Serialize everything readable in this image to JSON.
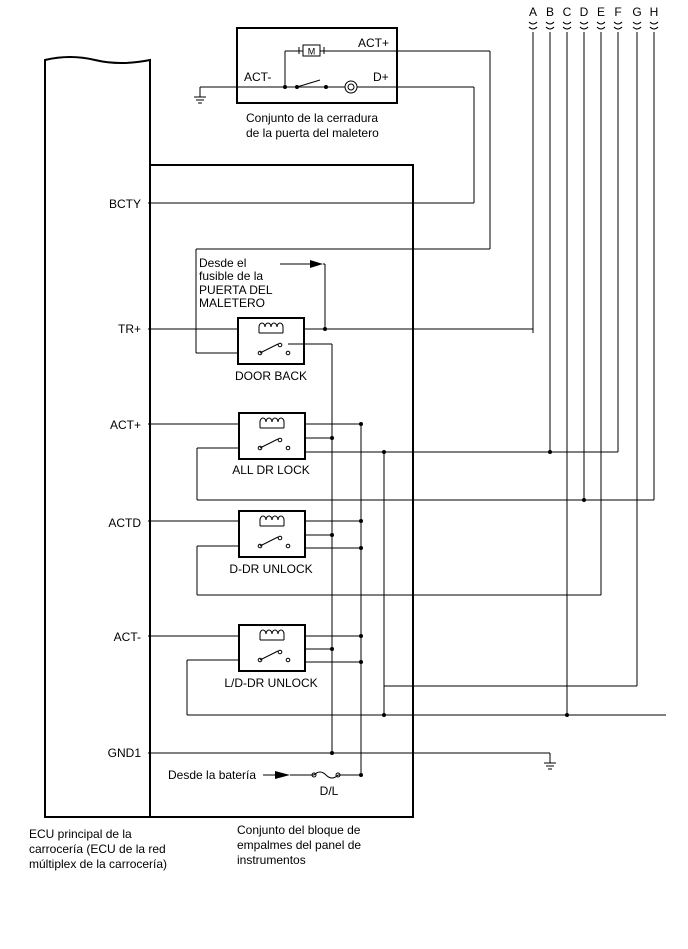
{
  "connector_letters": [
    "A",
    "B",
    "C",
    "D",
    "E",
    "F",
    "G",
    "H"
  ],
  "lock_assembly": {
    "title_line1": "Conjunto de la cerradura",
    "title_line2": "de la puerta del maletero",
    "act_plus": "ACT+",
    "act_minus": "ACT-",
    "d_plus": "D+",
    "motor_symbol": "M"
  },
  "ecu": {
    "label_line1": "ECU principal de la",
    "label_line2": "carrocería (ECU de la red",
    "label_line3": "múltiplex de la carrocería)",
    "pins": [
      "BCTY",
      "TR+",
      "ACT+",
      "ACTD",
      "ACT-",
      "GND1"
    ]
  },
  "junction_block": {
    "label_line1": "Conjunto del bloque de",
    "label_line2": "empalmes del panel de",
    "label_line3": "instrumentos"
  },
  "fuse_note": {
    "line1": "Desde el",
    "line2": "fusible de la",
    "line3": "PUERTA DEL",
    "line4": "MALETERO"
  },
  "relays": [
    "DOOR BACK",
    "ALL DR LOCK",
    "D-DR UNLOCK",
    "L/D-DR UNLOCK"
  ],
  "battery_label": "Desde la batería",
  "fuse_label": "D/L"
}
